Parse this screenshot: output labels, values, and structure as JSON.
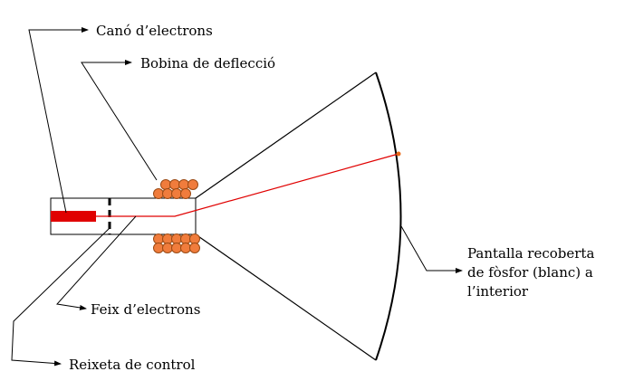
{
  "labels": {
    "electron_gun": "Canó d’electrons",
    "deflection_coil": "Bobina de deflecció",
    "screen_line1": "Pantalla recoberta",
    "screen_line2": "de fòsfor (blanc) a",
    "screen_line3": "l’interior",
    "electron_beam": "Feix d’electrons",
    "control_grid": "Reixeta de control"
  },
  "colors": {
    "outline": "#000000",
    "beam": "#e00000",
    "gun": "#e00000",
    "coil_fill": "#f07c3c",
    "coil_stroke": "#9a4a14",
    "background": "#ffffff"
  }
}
